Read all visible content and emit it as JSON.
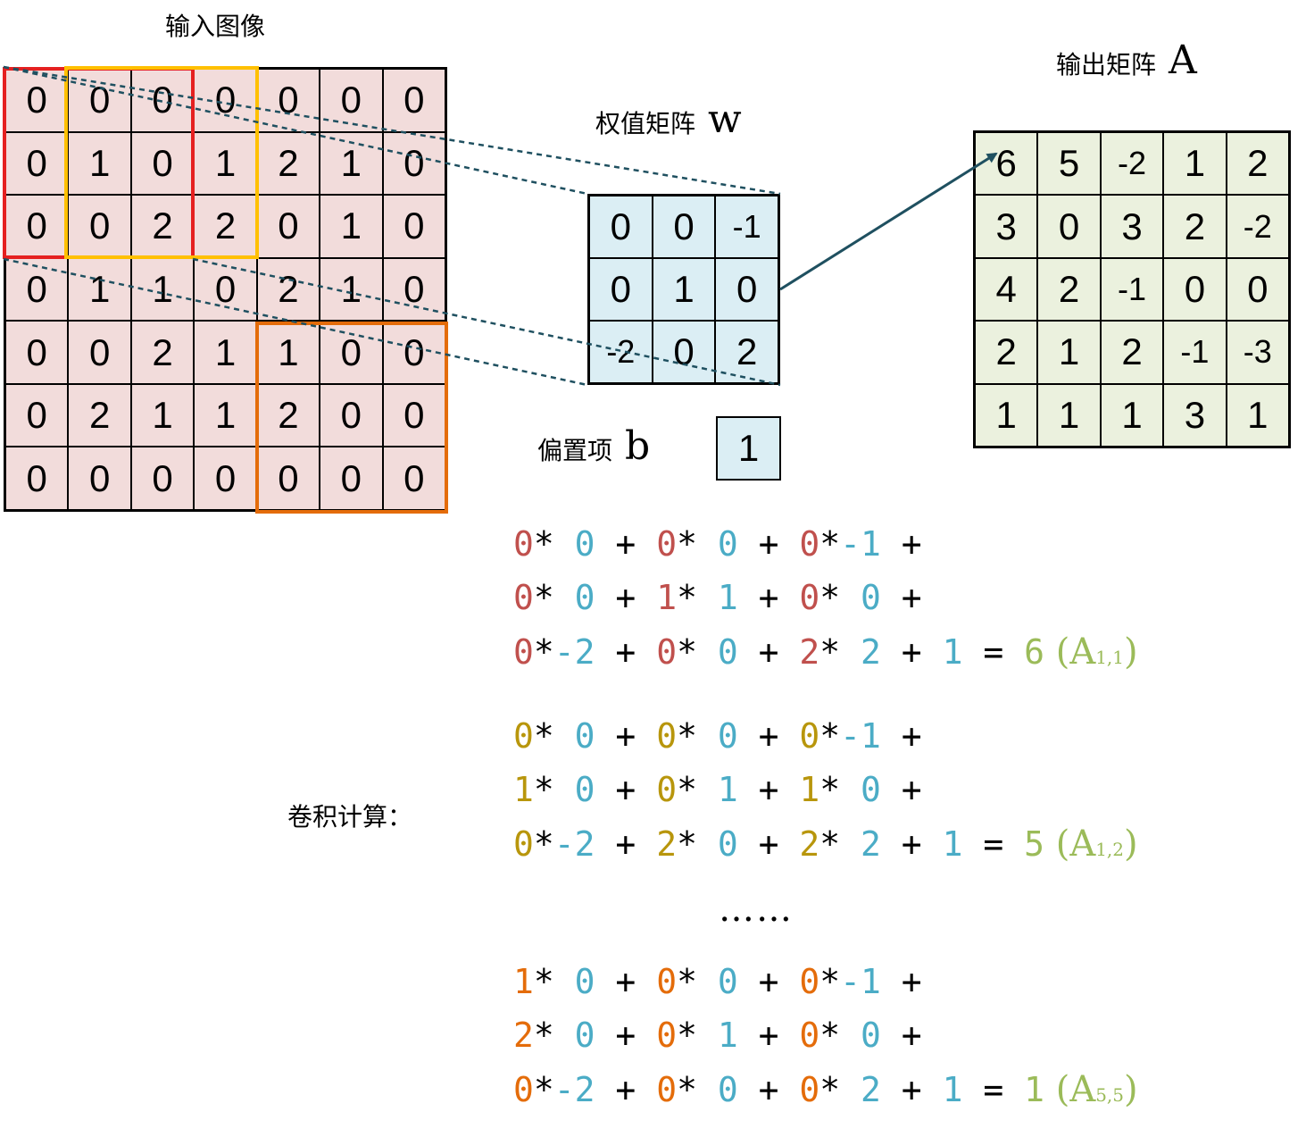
{
  "input_title": "输入图像",
  "weight_title": "权值矩阵",
  "weight_symbol": "w",
  "output_title": "输出矩阵",
  "output_symbol": "A",
  "bias_label": "偏置项",
  "bias_symbol": "b",
  "bias_value": "1",
  "calc_label": "卷积计算：",
  "ellipsis": "……",
  "input_matrix": [
    [
      "0",
      "0",
      "0",
      "0",
      "0",
      "0",
      "0"
    ],
    [
      "0",
      "1",
      "0",
      "1",
      "2",
      "1",
      "0"
    ],
    [
      "0",
      "0",
      "2",
      "2",
      "0",
      "1",
      "0"
    ],
    [
      "0",
      "1",
      "1",
      "0",
      "2",
      "1",
      "0"
    ],
    [
      "0",
      "0",
      "2",
      "1",
      "1",
      "0",
      "0"
    ],
    [
      "0",
      "2",
      "1",
      "1",
      "2",
      "0",
      "0"
    ],
    [
      "0",
      "0",
      "0",
      "0",
      "0",
      "0",
      "0"
    ]
  ],
  "weight_matrix": [
    [
      "0",
      "0",
      "-1"
    ],
    [
      "0",
      "1",
      "0"
    ],
    [
      "-2",
      "0",
      "2"
    ]
  ],
  "output_matrix": [
    [
      "6",
      "5",
      "-2",
      "1",
      "2"
    ],
    [
      "3",
      "0",
      "3",
      "2",
      "-2"
    ],
    [
      "4",
      "2",
      "-1",
      "0",
      "0"
    ],
    [
      "2",
      "1",
      "2",
      "-1",
      "-3"
    ],
    [
      "1",
      "1",
      "1",
      "3",
      "1"
    ]
  ],
  "colors": {
    "input_bg": "#f2dcdb",
    "weight_bg": "#dbeef4",
    "output_bg": "#ebf1de",
    "red": "#e52020",
    "yellow": "#ffc000",
    "orange": "#e46c0a",
    "c_red": "#c0504d",
    "c_gold": "#b8960c",
    "c_orange": "#e46c0a",
    "c_blue": "#4bacc6",
    "c_green": "#9bbb59",
    "dash": "#1f5060"
  },
  "equations": [
    {
      "color": "#c0504d",
      "label_main": "A",
      "label_sub": "1,1",
      "lines": [
        [
          {
            "t": "0",
            "c": "i"
          },
          {
            "t": "* ",
            "c": "k"
          },
          {
            "t": "0",
            "c": "w"
          },
          {
            "t": " + ",
            "c": "k"
          },
          {
            "t": "0",
            "c": "i"
          },
          {
            "t": "* ",
            "c": "k"
          },
          {
            "t": "0",
            "c": "w"
          },
          {
            "t": " + ",
            "c": "k"
          },
          {
            "t": "0",
            "c": "i"
          },
          {
            "t": "*",
            "c": "k"
          },
          {
            "t": "-1",
            "c": "w"
          },
          {
            "t": " +",
            "c": "k"
          }
        ],
        [
          {
            "t": "0",
            "c": "i"
          },
          {
            "t": "* ",
            "c": "k"
          },
          {
            "t": "0",
            "c": "w"
          },
          {
            "t": " + ",
            "c": "k"
          },
          {
            "t": "1",
            "c": "i"
          },
          {
            "t": "* ",
            "c": "k"
          },
          {
            "t": "1",
            "c": "w"
          },
          {
            "t": " + ",
            "c": "k"
          },
          {
            "t": "0",
            "c": "i"
          },
          {
            "t": "* ",
            "c": "k"
          },
          {
            "t": "0",
            "c": "w"
          },
          {
            "t": " +",
            "c": "k"
          }
        ],
        [
          {
            "t": "0",
            "c": "i"
          },
          {
            "t": "*",
            "c": "k"
          },
          {
            "t": "-2",
            "c": "w"
          },
          {
            "t": " + ",
            "c": "k"
          },
          {
            "t": "0",
            "c": "i"
          },
          {
            "t": "* ",
            "c": "k"
          },
          {
            "t": "0",
            "c": "w"
          },
          {
            "t": " + ",
            "c": "k"
          },
          {
            "t": "2",
            "c": "i"
          },
          {
            "t": "* ",
            "c": "k"
          },
          {
            "t": "2",
            "c": "w"
          },
          {
            "t": " + ",
            "c": "k"
          },
          {
            "t": "1",
            "c": "w"
          },
          {
            "t": " = ",
            "c": "k"
          },
          {
            "t": "6",
            "c": "g"
          }
        ]
      ]
    },
    {
      "color": "#b8960c",
      "label_main": "A",
      "label_sub": "1,2",
      "lines": [
        [
          {
            "t": "0",
            "c": "i"
          },
          {
            "t": "* ",
            "c": "k"
          },
          {
            "t": "0",
            "c": "w"
          },
          {
            "t": " + ",
            "c": "k"
          },
          {
            "t": "0",
            "c": "i"
          },
          {
            "t": "* ",
            "c": "k"
          },
          {
            "t": "0",
            "c": "w"
          },
          {
            "t": " + ",
            "c": "k"
          },
          {
            "t": "0",
            "c": "i"
          },
          {
            "t": "*",
            "c": "k"
          },
          {
            "t": "-1",
            "c": "w"
          },
          {
            "t": " +",
            "c": "k"
          }
        ],
        [
          {
            "t": "1",
            "c": "i"
          },
          {
            "t": "* ",
            "c": "k"
          },
          {
            "t": "0",
            "c": "w"
          },
          {
            "t": " + ",
            "c": "k"
          },
          {
            "t": "0",
            "c": "i"
          },
          {
            "t": "* ",
            "c": "k"
          },
          {
            "t": "1",
            "c": "w"
          },
          {
            "t": " + ",
            "c": "k"
          },
          {
            "t": "1",
            "c": "i"
          },
          {
            "t": "* ",
            "c": "k"
          },
          {
            "t": "0",
            "c": "w"
          },
          {
            "t": " +",
            "c": "k"
          }
        ],
        [
          {
            "t": "0",
            "c": "i"
          },
          {
            "t": "*",
            "c": "k"
          },
          {
            "t": "-2",
            "c": "w"
          },
          {
            "t": " + ",
            "c": "k"
          },
          {
            "t": "2",
            "c": "i"
          },
          {
            "t": "* ",
            "c": "k"
          },
          {
            "t": "0",
            "c": "w"
          },
          {
            "t": " + ",
            "c": "k"
          },
          {
            "t": "2",
            "c": "i"
          },
          {
            "t": "* ",
            "c": "k"
          },
          {
            "t": "2",
            "c": "w"
          },
          {
            "t": " + ",
            "c": "k"
          },
          {
            "t": "1",
            "c": "w"
          },
          {
            "t": " = ",
            "c": "k"
          },
          {
            "t": "5",
            "c": "g"
          }
        ]
      ]
    },
    {
      "color": "#e46c0a",
      "label_main": "A",
      "label_sub": "5,5",
      "lines": [
        [
          {
            "t": "1",
            "c": "i"
          },
          {
            "t": "* ",
            "c": "k"
          },
          {
            "t": "0",
            "c": "w"
          },
          {
            "t": " + ",
            "c": "k"
          },
          {
            "t": "0",
            "c": "i"
          },
          {
            "t": "* ",
            "c": "k"
          },
          {
            "t": "0",
            "c": "w"
          },
          {
            "t": " + ",
            "c": "k"
          },
          {
            "t": "0",
            "c": "i"
          },
          {
            "t": "*",
            "c": "k"
          },
          {
            "t": "-1",
            "c": "w"
          },
          {
            "t": " +",
            "c": "k"
          }
        ],
        [
          {
            "t": "2",
            "c": "i"
          },
          {
            "t": "* ",
            "c": "k"
          },
          {
            "t": "0",
            "c": "w"
          },
          {
            "t": " + ",
            "c": "k"
          },
          {
            "t": "0",
            "c": "i"
          },
          {
            "t": "* ",
            "c": "k"
          },
          {
            "t": "1",
            "c": "w"
          },
          {
            "t": " + ",
            "c": "k"
          },
          {
            "t": "0",
            "c": "i"
          },
          {
            "t": "* ",
            "c": "k"
          },
          {
            "t": "0",
            "c": "w"
          },
          {
            "t": " +",
            "c": "k"
          }
        ],
        [
          {
            "t": "0",
            "c": "i"
          },
          {
            "t": "*",
            "c": "k"
          },
          {
            "t": "-2",
            "c": "w"
          },
          {
            "t": " + ",
            "c": "k"
          },
          {
            "t": "0",
            "c": "i"
          },
          {
            "t": "* ",
            "c": "k"
          },
          {
            "t": "0",
            "c": "w"
          },
          {
            "t": " + ",
            "c": "k"
          },
          {
            "t": "0",
            "c": "i"
          },
          {
            "t": "* ",
            "c": "k"
          },
          {
            "t": "2",
            "c": "w"
          },
          {
            "t": " + ",
            "c": "k"
          },
          {
            "t": "1",
            "c": "w"
          },
          {
            "t": " = ",
            "c": "k"
          },
          {
            "t": "1",
            "c": "g"
          }
        ]
      ]
    }
  ]
}
